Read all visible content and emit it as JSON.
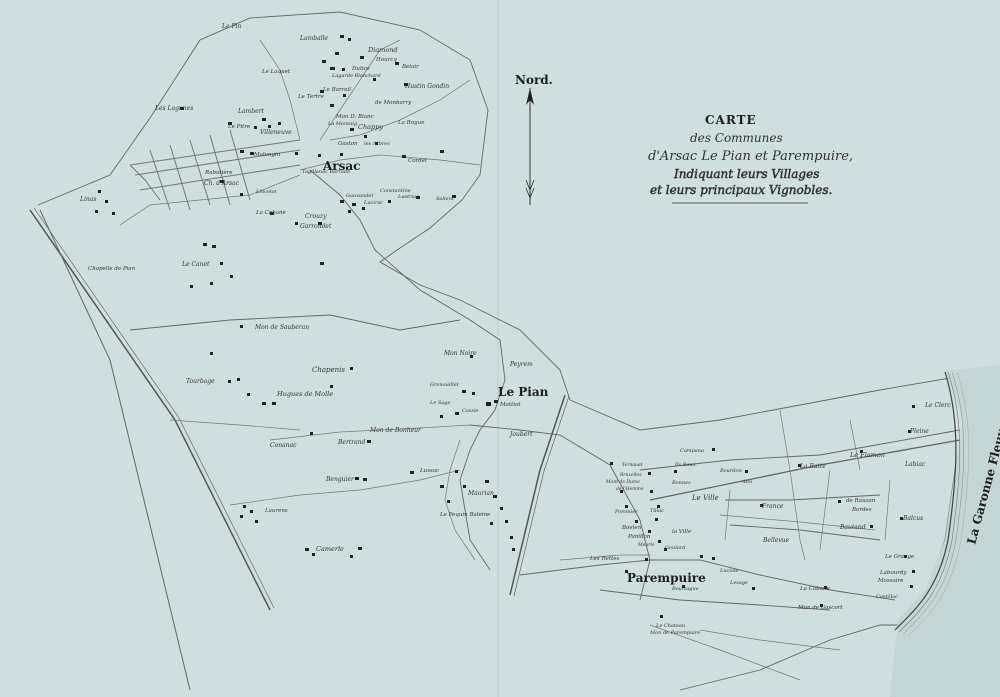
{
  "title": {
    "carte": "CARTE",
    "line2": "des Communes",
    "line3": "d'Arsac Le Pian et Parempuire,",
    "line4": "Indiquant leurs Villages",
    "line5": "et leurs principaux Vignobles."
  },
  "compass": {
    "label": "Nord."
  },
  "towns": {
    "arsac": "Arsac",
    "le_pian": "Le Pian",
    "parempuire": "Parempuire"
  },
  "river": {
    "label": "La Garonne Fleuve"
  },
  "places": {
    "le_pin": "Le Pin",
    "lamballe": "Lamballe",
    "diamond": "Diamond",
    "hourcq": "Hourcq",
    "belair": "Belair",
    "le_laquet": "Le Laquet",
    "lagarde_blanchard": "Lagarde Blanchard",
    "dubos": "Dubos",
    "hustin_gondin": "Hustin Gondin",
    "les_lagunes": "Les Lagunes",
    "le_barrail": "Le Barrail",
    "le_tertre": "Le Tertre",
    "de_monbarry": "de Monbarry",
    "lambert": "Lambert",
    "le_pitre": "Le Pitre",
    "villeneuve": "Villeneuve",
    "mon_d_blanc": "Mon D. Blanc",
    "la_montaig": "La Montaig",
    "chappy": "Chappy",
    "la_rogue": "La Rogue",
    "gaston": "Gaston",
    "les_arbres": "les Arbres",
    "malengin": "Malengin",
    "cordet": "Cordet",
    "rabotiere": "Rabotière",
    "ch_d_arsac": "Ch. d'Arsac",
    "tagillanac": "Tagillanac Barrade",
    "lincelot": "Lincelot",
    "constantine": "Constantine",
    "gauvandet": "Gauvandet",
    "lucirac": "Lucirac",
    "lustriac": "Lustriac",
    "salient": "Salient",
    "linas": "Linas",
    "la_cabane": "La Cabane",
    "crouzy": "Crouzy",
    "garrondet": "Garrondet",
    "chapelle": "Chapelle de Pian",
    "le_canet": "Le Canet",
    "mon_sauberan": "Mon de Sauberan",
    "mon_noire": "Mon Noire",
    "peyrem": "Peyrem",
    "chapenis": "Chapenis",
    "tourbage": "Tourbage",
    "grenouillet": "Grenouillet",
    "le_sage": "Le Sage",
    "mattiot": "Mattiot",
    "cassie": "Cassie",
    "hugues": "Hugues de Molle",
    "mon_bonheur": "Mon de Bonheur",
    "joubert": "Joubert",
    "conanac": "Conanac",
    "bertrand": "Bertrand",
    "benguier": "Benguier",
    "laurens": "Laurens",
    "maurian": "Maurian",
    "le_pequin": "Le Pequin Baleine",
    "lussac": "Lussac",
    "camerle": "Camerle",
    "le_clerc": "Le Clerc",
    "pleine": "Pleine",
    "campana": "Campana",
    "la_batte": "La Batte",
    "le_flamon": "Le Flamon",
    "labiac": "Labiac",
    "ils_baux": "Ils Baux",
    "ternauet": "Ternauet",
    "bruxelles": "Bruxelles",
    "mont_de_dume": "Mont de Dume",
    "de_l_homme": "de l'Homme",
    "bourdon": "Bourdon",
    "atoi": "Atoi",
    "bonnes": "Bonnes",
    "le_ville": "Le Ville",
    "france": "France",
    "de_rauzan": "de Rauzan",
    "bordes": "Bordes",
    "bautand": "Bautand",
    "balcus": "Balcus",
    "pommier": "Pommier",
    "tillac": "Tillac",
    "boelen": "Boelen",
    "la_ville": "la Ville",
    "panillon": "Panillon",
    "mourie": "Mourie",
    "goulard": "Goulard",
    "bellevue": "Bellevue",
    "les_rettes": "Les Rettes",
    "le_grange": "Le Grange",
    "labourdy": "Labourdy",
    "mossaire": "Mossaire",
    "castillac": "Castillac",
    "lesage": "Lesage",
    "lacabane": "La Cabane",
    "luciole": "Luciole",
    "bourtague": "Bourtague",
    "mon_gascort": "Mon de Gascort",
    "le_chateau": "Le Chateau",
    "mon_parempuire": "Mon de Parempuire"
  }
}
